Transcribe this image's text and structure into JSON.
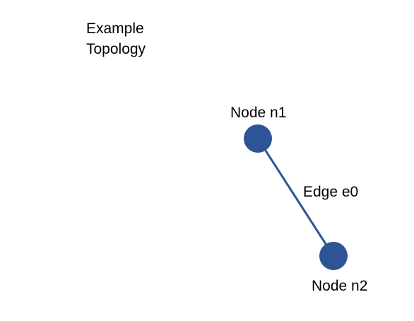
{
  "diagram": {
    "title_lines": [
      "Example",
      "Topology"
    ],
    "node_color": "#2E5496",
    "edge_color": "#2E5496",
    "nodes": [
      {
        "id": "n1",
        "label": "Node n1"
      },
      {
        "id": "n2",
        "label": "Node n2"
      }
    ],
    "edges": [
      {
        "id": "e0",
        "source": "n1",
        "target": "n2",
        "label": "Edge e0"
      }
    ]
  }
}
